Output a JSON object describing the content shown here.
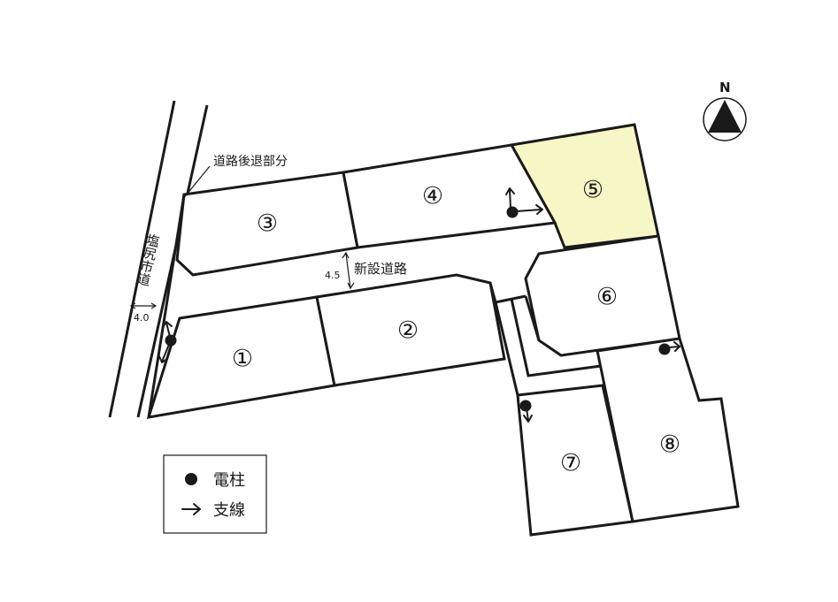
{
  "map": {
    "lots": [
      {
        "id": "lot-1",
        "label": "①",
        "highlighted": false
      },
      {
        "id": "lot-2",
        "label": "②",
        "highlighted": false
      },
      {
        "id": "lot-3",
        "label": "③",
        "highlighted": false
      },
      {
        "id": "lot-4",
        "label": "④",
        "highlighted": false
      },
      {
        "id": "lot-5",
        "label": "⑤",
        "highlighted": true
      },
      {
        "id": "lot-6",
        "label": "⑥",
        "highlighted": false
      },
      {
        "id": "lot-7",
        "label": "⑦",
        "highlighted": false
      },
      {
        "id": "lot-8",
        "label": "⑧",
        "highlighted": false
      }
    ],
    "roads": {
      "city_road_name": "塩尻市道",
      "city_road_width": "4.0",
      "new_road_name": "新設道路",
      "new_road_width": "4.5",
      "setback_label": "道路後退部分"
    },
    "north_label": "N",
    "legend": {
      "pole_label": "電柱",
      "guy_wire_label": "支線"
    },
    "colors": {
      "highlight": "#f7f6c6",
      "line": "#1a1a1a"
    }
  }
}
